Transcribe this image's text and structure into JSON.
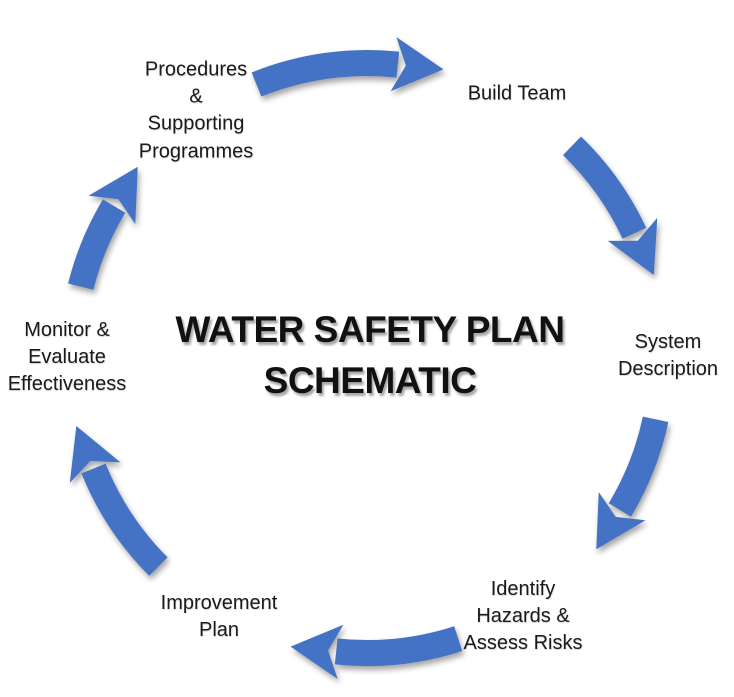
{
  "diagram": {
    "title": "WATER SAFETY PLAN\nSCHEMATIC",
    "background_color": "#ffffff",
    "arrow_color": "#4472C4",
    "text_color": "#1a1a1a",
    "steps": [
      {
        "id": "build-team",
        "label": "Build Team"
      },
      {
        "id": "system-description",
        "label": "System\nDescription"
      },
      {
        "id": "identify-hazards-assess-risks",
        "label": "Identify\nHazards &\nAssess Risks"
      },
      {
        "id": "improvement-plan",
        "label": "Improvement\nPlan"
      },
      {
        "id": "monitor-evaluate-effectiveness",
        "label": "Monitor &\nEvaluate\nEffectiveness"
      },
      {
        "id": "procedures-supporting-programmes",
        "label": "Procedures\n&\nSupporting\nProgrammes"
      }
    ],
    "flow": [
      {
        "from": "procedures-supporting-programmes",
        "to": "build-team"
      },
      {
        "from": "build-team",
        "to": "system-description"
      },
      {
        "from": "system-description",
        "to": "identify-hazards-assess-risks"
      },
      {
        "from": "identify-hazards-assess-risks",
        "to": "improvement-plan"
      },
      {
        "from": "improvement-plan",
        "to": "monitor-evaluate-effectiveness"
      },
      {
        "from": "monitor-evaluate-effectiveness",
        "to": "procedures-supporting-programmes"
      }
    ]
  }
}
